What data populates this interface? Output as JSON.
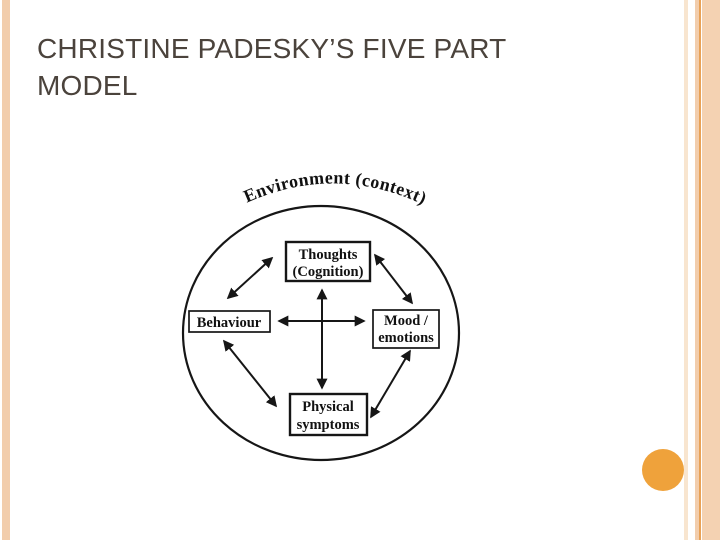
{
  "slide": {
    "title": "CHRISTINE PADESKY’S FIVE PART MODEL",
    "title_color": "#4b433c",
    "background_color": "#ffffff"
  },
  "decorations": {
    "left_stripe_color": "#f2cdac",
    "right_pale_stripe_color": "#f8e5cf",
    "right_tan_stripe_color": "#f2cdac",
    "right_orange_line_color": "#e9a257",
    "right_band_color": "#f4d2b2",
    "corner_circle_color": "#efa23b"
  },
  "diagram": {
    "outer_label": "Environment (context)",
    "nodes": {
      "thoughts": {
        "line1": "Thoughts",
        "line2": "(Cognition)"
      },
      "behaviour": {
        "line1": "Behaviour"
      },
      "mood": {
        "line1": "Mood /",
        "line2": "emotions"
      },
      "physical": {
        "line1": "Physical",
        "line2": "symptoms"
      }
    },
    "connections": [
      {
        "from": "Behaviour",
        "to": "Thoughts (Cognition)",
        "bidirectional": true
      },
      {
        "from": "Thoughts (Cognition)",
        "to": "Mood / emotions",
        "bidirectional": true
      },
      {
        "from": "Thoughts (Cognition)",
        "to": "Physical symptoms",
        "bidirectional": true
      },
      {
        "from": "Behaviour",
        "to": "Mood / emotions",
        "bidirectional": true
      },
      {
        "from": "Behaviour",
        "to": "Physical symptoms",
        "bidirectional": true
      },
      {
        "from": "Mood / emotions",
        "to": "Physical symptoms",
        "bidirectional": true
      }
    ],
    "line_color": "#161616"
  }
}
